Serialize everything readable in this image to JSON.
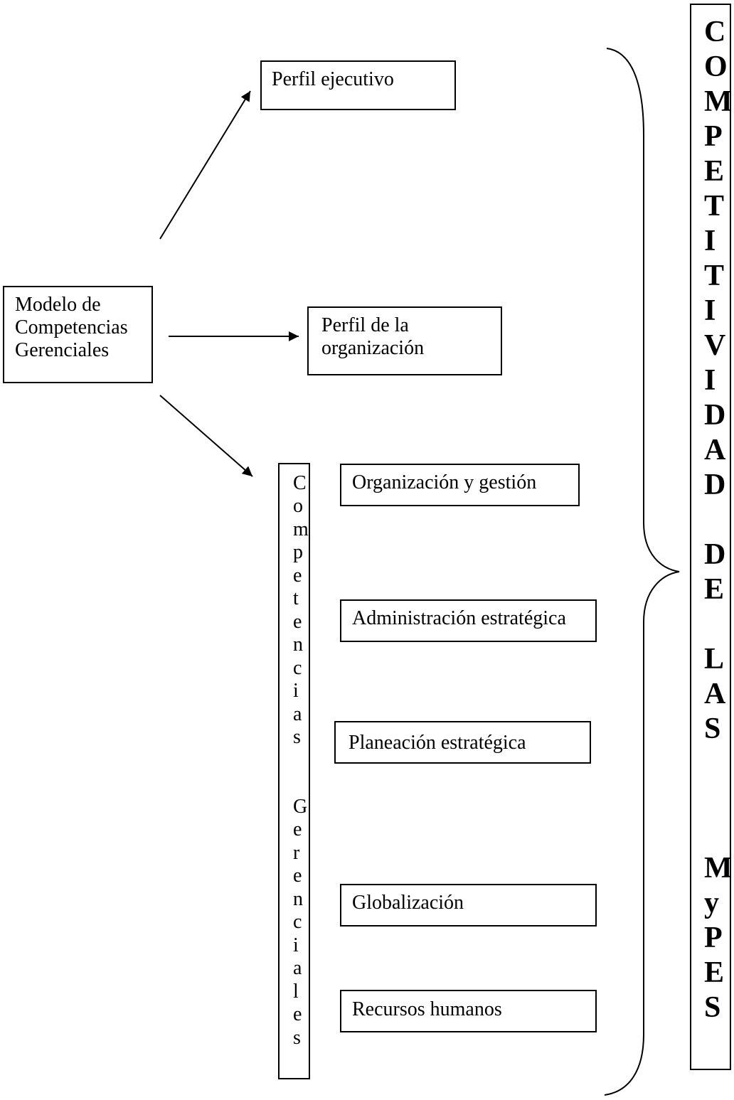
{
  "diagram": {
    "source": "Modelo de Competencias Gerenciales",
    "targets": {
      "perfil_ejecutivo": "Perfil ejecutivo",
      "perfil_organizacion": "Perfil de la organización"
    },
    "competencias": {
      "vertical_label": "Competencias Gerenciales",
      "items": [
        "Organización y gestión",
        "Administración estratégica",
        "Planeación estratégica",
        "Globalización",
        "Recursos humanos"
      ]
    },
    "outcome": {
      "vertical_label": "COMPETITIVIDAD DE LAS MyPES"
    }
  }
}
